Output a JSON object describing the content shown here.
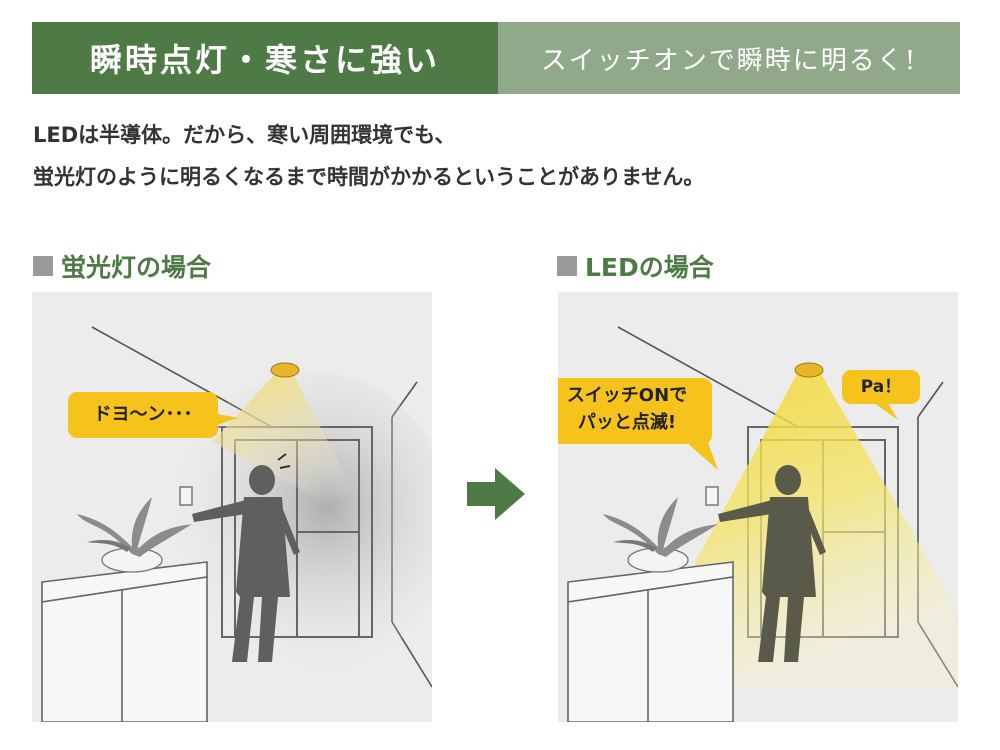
{
  "banner": {
    "title": "瞬時点灯・寒さに強い",
    "subtitle": "スイッチオンで瞬時に明るく!"
  },
  "description": {
    "line1": "LEDは半導体。だから、寒い周囲環境でも、",
    "line2": "蛍光灯のように明るくなるまで時間がかかるということがありません。"
  },
  "left_case": {
    "title": "蛍光灯の場合",
    "bubble": "ドヨ～ン･･･"
  },
  "right_case": {
    "title": "LEDの場合",
    "bubble_line1": "スイッチONで",
    "bubble_line2": "パッと点滅!",
    "bubble_small": "Pa！"
  },
  "colors": {
    "accent_green": "#4e7a45",
    "light_green": "#8fa98a",
    "bubble_yellow": "#f6c31c",
    "panel_gray": "#ececec"
  }
}
